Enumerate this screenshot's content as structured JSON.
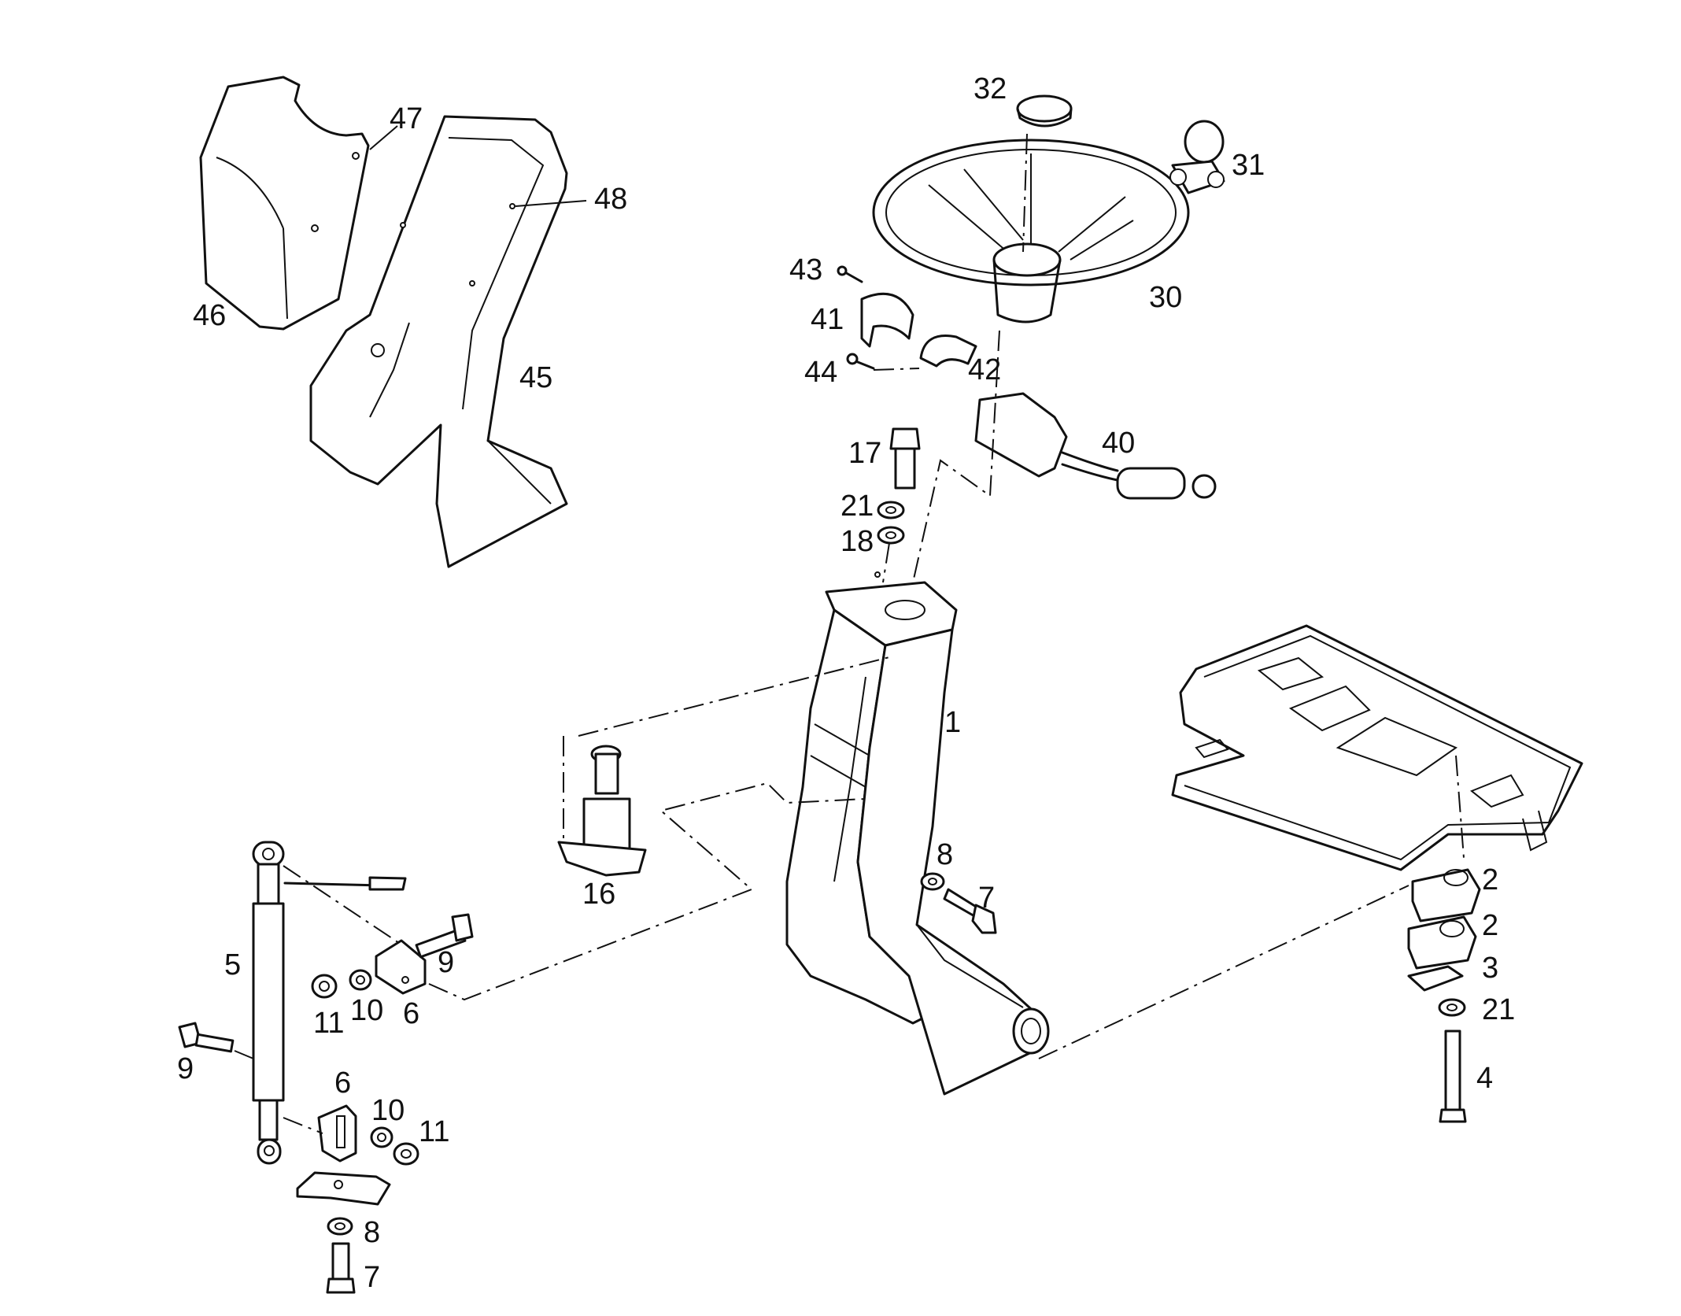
{
  "figure": {
    "type": "exploded-parts-diagram",
    "callouts": {
      "c1": "1",
      "c2a": "2",
      "c2b": "2",
      "c3": "3",
      "c4": "4",
      "c5": "5",
      "c6a": "6",
      "c6b": "6",
      "c7a": "7",
      "c7b": "7",
      "c8a": "8",
      "c8b": "8",
      "c9a": "9",
      "c9b": "9",
      "c10a": "10",
      "c10b": "10",
      "c11a": "11",
      "c11b": "11",
      "c16": "16",
      "c17": "17",
      "c18": "18",
      "c21a": "21",
      "c21b": "21",
      "c30": "30",
      "c31": "31",
      "c32": "32",
      "c40": "40",
      "c41": "41",
      "c42": "42",
      "c43": "43",
      "c44": "44",
      "c45": "45",
      "c46": "46",
      "c47": "47",
      "c48": "48"
    }
  }
}
